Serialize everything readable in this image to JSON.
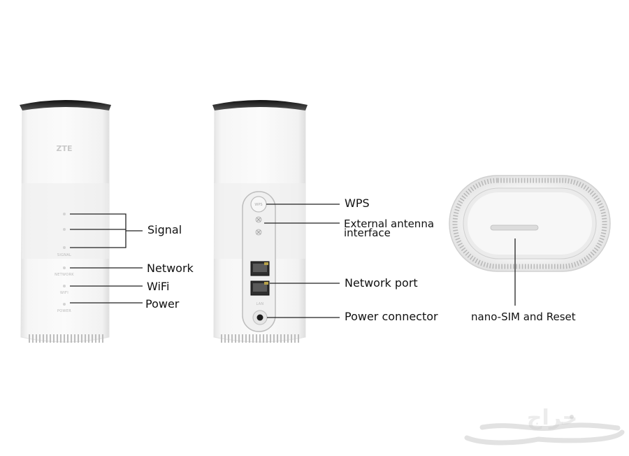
{
  "front_device": {
    "brand": "ZTE",
    "leds": [
      {
        "label": "SIGNAL"
      },
      {
        "label": "NETWORK"
      },
      {
        "label": "WIFI"
      },
      {
        "label": "POWER"
      }
    ]
  },
  "rear_device": {
    "wps_button_label": "WPS",
    "lan_label": "LAN"
  },
  "callouts": {
    "signal": "Signal",
    "network": "Network",
    "wifi": "WiFi",
    "power": "Power",
    "wps": "WPS",
    "external_antenna_line1": "External antenna",
    "external_antenna_line2": "interface",
    "network_port": "Network port",
    "power_connector": "Power connector",
    "nano_sim_reset": "nano-SIM and Reset"
  },
  "watermark": "حراج",
  "colors": {
    "line": "#222222",
    "device_body": "#f3f3f3",
    "device_top": "#2b2b2b",
    "led": "#d4d4d4"
  }
}
